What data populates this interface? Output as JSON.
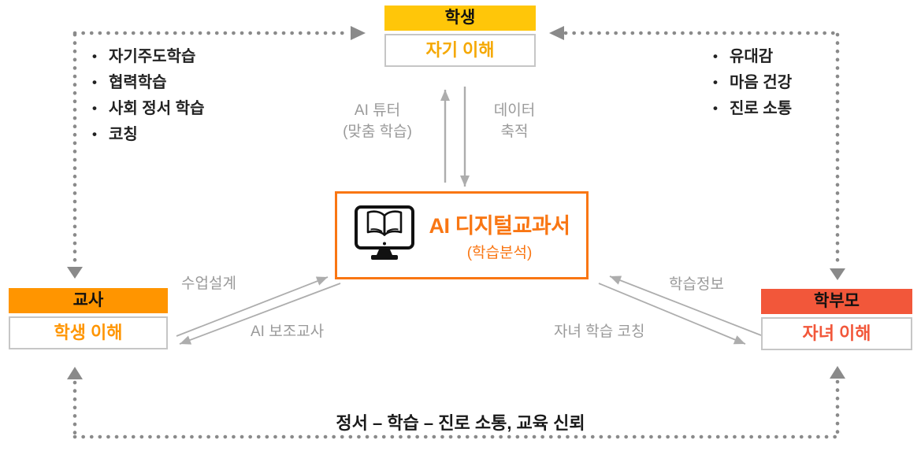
{
  "nodes": {
    "student": {
      "title": "학생",
      "subtitle": "자기 이해"
    },
    "teacher": {
      "title": "교사",
      "subtitle": "학생 이해"
    },
    "parent": {
      "title": "학부모",
      "subtitle": "자녀 이해"
    },
    "center": {
      "title": "AI 디지털교과서",
      "subtitle": "(학습분석)",
      "icon": "monitor-book-icon"
    }
  },
  "lists": {
    "teacher_student_relation": {
      "items": [
        "자기주도학습",
        "협력학습",
        "사회 정서 학습",
        "코칭"
      ]
    },
    "parent_student_relation": {
      "items": [
        "유대감",
        "마음 건강",
        "진로 소통"
      ]
    }
  },
  "edge_labels": {
    "ai_tutor_line1": "AI 튜터",
    "ai_tutor_line2": "(맞춤 학습)",
    "data_line1": "데이터",
    "data_line2": "축적",
    "lesson_design": "수업설계",
    "ai_assistant": "AI 보조교사",
    "learning_info": "학습정보",
    "child_coaching": "자녀 학습 코칭",
    "bottom": "정서 – 학습 – 진로 소통, 교육 신뢰"
  },
  "colors": {
    "student_fill": "#FFC609",
    "student_text": "#F5A800",
    "teacher_fill": "#FF9500",
    "parent_fill": "#F2573A",
    "center_accent": "#F97613",
    "arrow_gray": "#ADADAD",
    "label_gray": "#9A9A9A",
    "dot_gray": "#8A8A8A"
  }
}
